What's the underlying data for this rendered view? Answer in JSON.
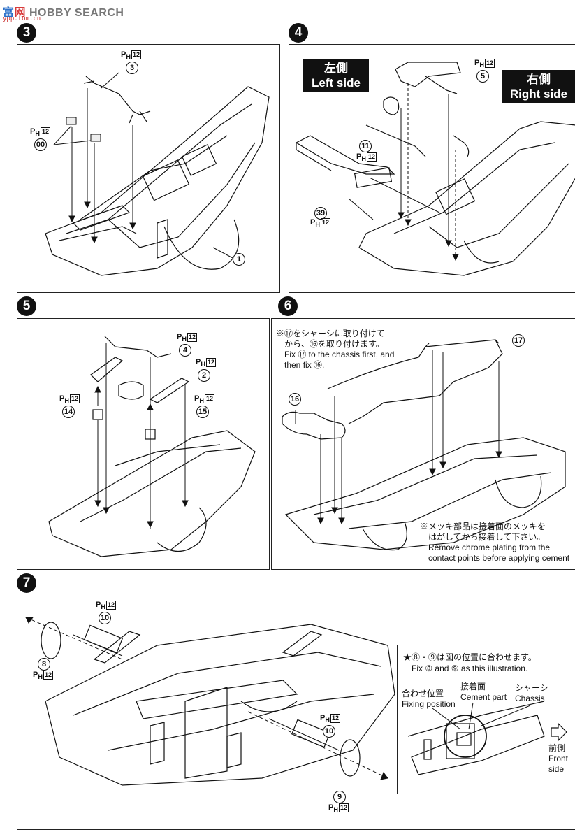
{
  "watermark": {
    "text_a": "富",
    "text_b": "网",
    "text_c": "HOBBY SEARCH",
    "sub": "ypp.tom.cn"
  },
  "steps": [
    "3",
    "4",
    "5",
    "6",
    "7"
  ],
  "step3": {
    "ph": "P",
    "ph_sub": "H",
    "ph_num": "12",
    "part_a": "3",
    "part_b": "00",
    "part_c": "1"
  },
  "step4": {
    "left_jp": "左側",
    "left_en": "Left side",
    "right_jp": "右側",
    "right_en": "Right side",
    "part_a": "5",
    "part_b": "11",
    "part_c": "39",
    "ph_num": "12"
  },
  "step5": {
    "part_a": "4",
    "part_b": "2",
    "part_c": "14",
    "part_d": "15",
    "ph_num": "12"
  },
  "step6": {
    "note_jp_1": "※⑰をシャーシに取り付けて",
    "note_jp_2": "から、⑯を取り付けます。",
    "note_en_1": "Fix ⑰ to the chassis first, and",
    "note_en_2": "then fix ⑯.",
    "part_a": "17",
    "part_b": "16",
    "chrome_jp_1": "※メッキ部品は接着面のメッキを",
    "chrome_jp_2": "はがしてから接着して下さい。",
    "chrome_en_1": "Remove chrome plating from the",
    "chrome_en_2": "contact points before applying cement"
  },
  "step7": {
    "part_a": "10",
    "part_b": "8",
    "part_c": "10",
    "part_d": "9",
    "ph_num": "12",
    "inset": {
      "title_jp": "★⑧・⑨は図の位置に合わせます。",
      "title_en": "Fix ⑧ and ⑨ as this illustration.",
      "fix_jp": "合わせ位置",
      "fix_en": "Fixing position",
      "cement_jp": "接着面",
      "cement_en": "Cement part",
      "chassis_jp": "シャーシ",
      "chassis_en": "Chassis",
      "front_jp": "前側",
      "front_en_1": "Front",
      "front_en_2": "side"
    }
  }
}
